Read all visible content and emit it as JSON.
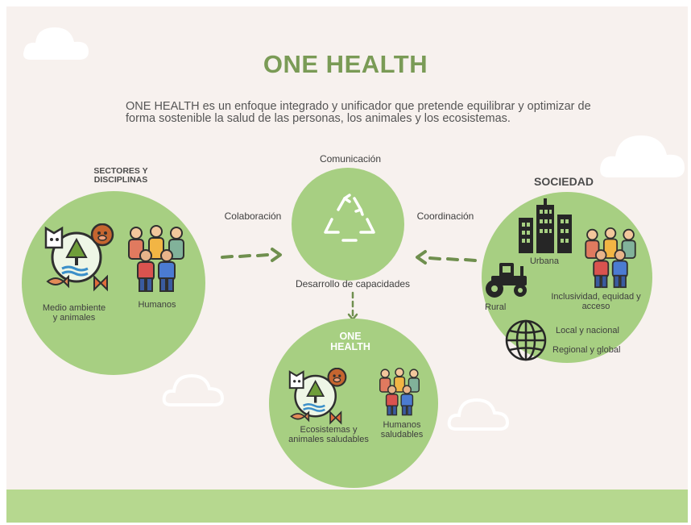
{
  "title": "ONE HEALTH",
  "intro": "ONE HEALTH es un enfoque integrado y unificador que pretende equilibrar y optimizar de forma sostenible la salud de las personas, los animales y los ecosistemas.",
  "center": {
    "top_label": "Comunicación",
    "left_label": "Colaboración",
    "right_label": "Coordinación",
    "bottom_label": "Desarrollo de capacidades"
  },
  "left": {
    "heading_line1": "SECTORES Y",
    "heading_line2": "DISCIPLINAS",
    "env_line1": "Medio ambiente",
    "env_line2": "y animales",
    "humans": "Humanos"
  },
  "right": {
    "heading": "SOCIEDAD",
    "urban": "Urbana",
    "rural": "Rural",
    "inclusion_line1": "Inclusividad, equidad y",
    "inclusion_line2": "acceso",
    "local": "Local y nacional",
    "regional": "Regional y global"
  },
  "bottom": {
    "heading_line1": "ONE",
    "heading_line2": "HEALTH",
    "eco_line1": "Ecosistemas y",
    "eco_line2": "animales saludables",
    "humans_line1": "Humanos",
    "humans_line2": "saludables"
  },
  "colors": {
    "circle": "#a7cf82",
    "title": "#7a9b56",
    "ground": "#b6d88f",
    "background": "#f7f1ee"
  }
}
